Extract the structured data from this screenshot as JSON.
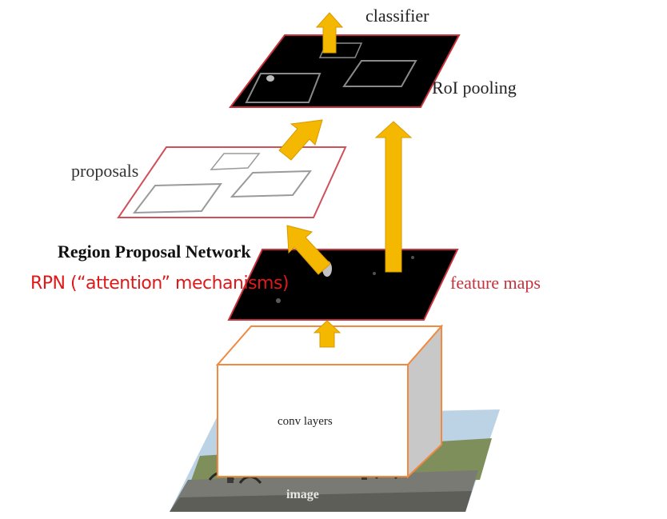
{
  "labels": {
    "classifier": "classifier",
    "roi_pooling": "RoI pooling",
    "proposals": "proposals",
    "rpn_title": "Region Proposal Network",
    "rpn_note": "RPN (“attention” mechanisms)",
    "feature_maps": "feature maps",
    "conv_layers": "conv layers",
    "image": "image"
  },
  "colors": {
    "arrow": "#f5b800",
    "arrow_stroke": "#d99a00",
    "map_fill": "#000000",
    "map_border": "#c8323c",
    "proposal_border": "#d0505a",
    "conv_border": "#f08a40",
    "rpn_note": "#e01818"
  }
}
